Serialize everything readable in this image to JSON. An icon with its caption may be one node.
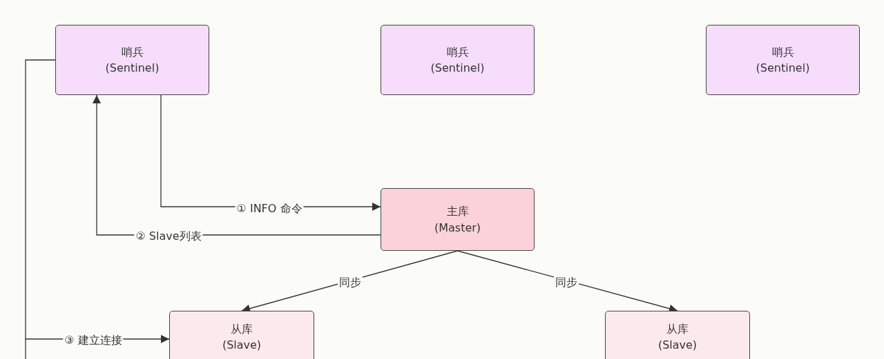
{
  "diagram": {
    "nodes": [
      {
        "text": [
          "哨兵",
          "(Sentinel)"
        ]
      },
      {
        "text": [
          "哨兵",
          "(Sentinel)"
        ]
      },
      {
        "text": [
          "哨兵",
          "(Sentinel)"
        ]
      },
      {
        "text": [
          "主库",
          "(Master)"
        ]
      },
      {
        "text": [
          "从库",
          "(Slave)"
        ]
      },
      {
        "text": [
          "从库",
          "(Slave)"
        ]
      }
    ],
    "edges": [
      {
        "from": 0,
        "to": 3,
        "arrow": "to",
        "label": "① INFO 命令"
      },
      {
        "from": 3,
        "to": 0,
        "arrow": "to",
        "label": "② Slave列表"
      },
      {
        "from": 0,
        "to": 4,
        "arrow": "to",
        "label": "③ 建立连接"
      },
      {
        "from": 3,
        "to": 4,
        "arrow": "to",
        "label": "同步"
      },
      {
        "from": 3,
        "to": 5,
        "arrow": "to",
        "label": "同步"
      }
    ]
  }
}
